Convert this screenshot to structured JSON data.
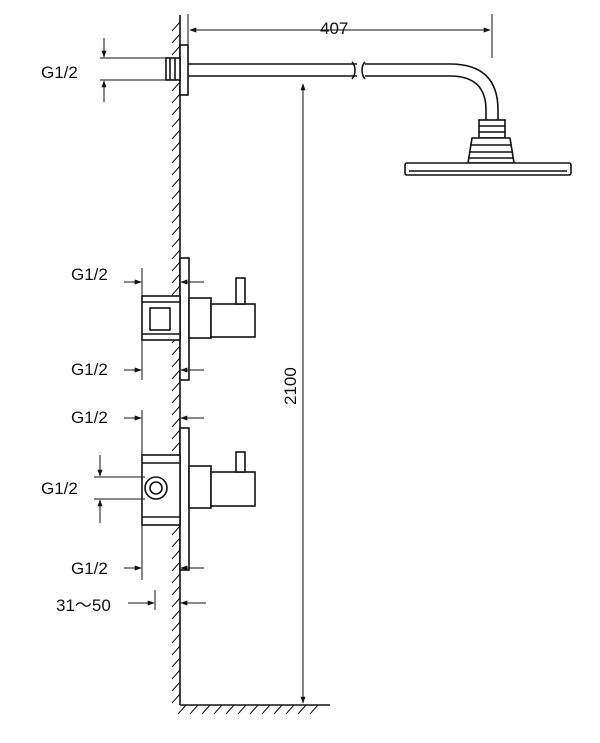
{
  "dimensions": {
    "arm_length": "407",
    "mount_height": "2100",
    "wall_offset": "31～50"
  },
  "thread_labels": {
    "arm_inlet": "G1/2",
    "diverter_top": "G1/2",
    "diverter_bottom": "G1/2",
    "mixer_top": "G1/2",
    "mixer_side": "G1/2",
    "mixer_bottom": "G1/2"
  },
  "colors": {
    "line": "#111111",
    "background": "#ffffff"
  }
}
